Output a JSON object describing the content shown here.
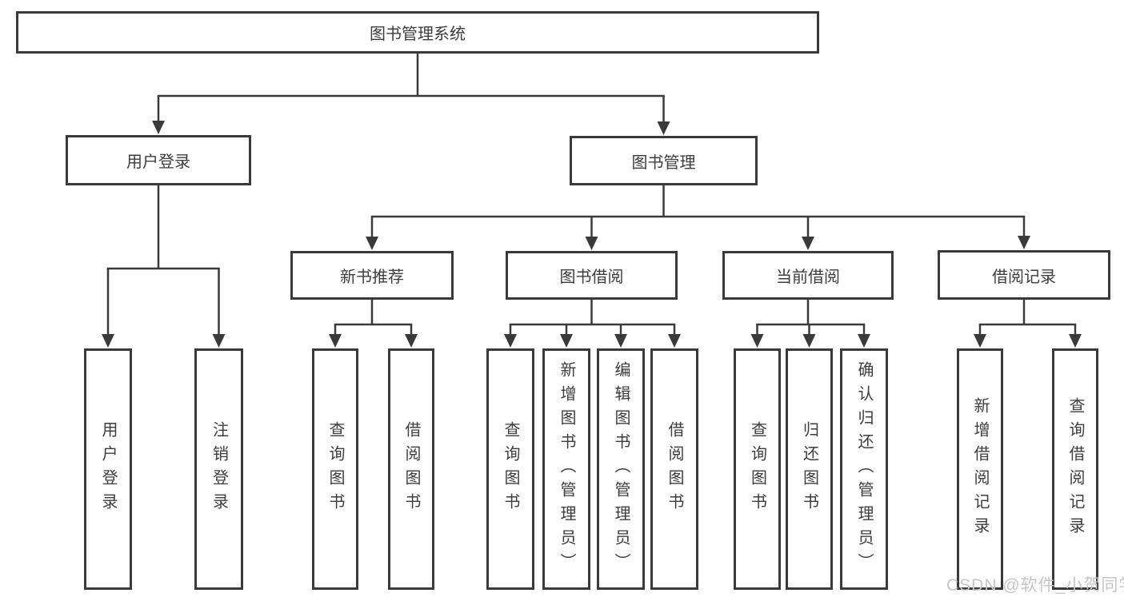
{
  "diagram": {
    "title": "图书管理系统",
    "watermark": "CSDN @软件_小贺同学",
    "colors": {
      "line": "#3a3a3a",
      "text": "#3d3d3d",
      "background": "#ffffff",
      "watermark": "#c6c6c6"
    },
    "nodes": [
      {
        "id": "root",
        "label": "图书管理系统",
        "text_direction": "horizontal",
        "level": 1
      },
      {
        "id": "user-login",
        "label": "用户登录",
        "text_direction": "horizontal",
        "level": 2
      },
      {
        "id": "book-management",
        "label": "图书管理",
        "text_direction": "horizontal",
        "level": 2
      },
      {
        "id": "new-book-recommend",
        "label": "新书推荐",
        "text_direction": "horizontal",
        "level": 3
      },
      {
        "id": "book-borrowing",
        "label": "图书借阅",
        "text_direction": "horizontal",
        "level": 3
      },
      {
        "id": "current-borrowing",
        "label": "当前借阅",
        "text_direction": "horizontal",
        "level": 3
      },
      {
        "id": "borrowing-records",
        "label": "借阅记录",
        "text_direction": "horizontal",
        "level": 3
      },
      {
        "id": "leaf-user-login",
        "label": "用户登录",
        "text_direction": "vertical",
        "level": 4
      },
      {
        "id": "leaf-logout",
        "label": "注销登录",
        "text_direction": "vertical",
        "level": 4
      },
      {
        "id": "leaf-query-books-recommend",
        "label": "查询图书",
        "text_direction": "vertical",
        "level": 4
      },
      {
        "id": "leaf-borrow-books-recommend",
        "label": "借阅图书",
        "text_direction": "vertical",
        "level": 4
      },
      {
        "id": "leaf-query-books-borrowing",
        "label": "查询图书",
        "text_direction": "vertical",
        "level": 4
      },
      {
        "id": "leaf-add-books-admin",
        "label": "新增图书（管理员）",
        "text_direction": "vertical",
        "level": 4
      },
      {
        "id": "leaf-edit-books-admin",
        "label": "编辑图书（管理员）",
        "text_direction": "vertical",
        "level": 4
      },
      {
        "id": "leaf-borrow-books-borrowing",
        "label": "借阅图书",
        "text_direction": "vertical",
        "level": 4
      },
      {
        "id": "leaf-query-books-current",
        "label": "查询图书",
        "text_direction": "vertical",
        "level": 4
      },
      {
        "id": "leaf-return-books",
        "label": "归还图书",
        "text_direction": "vertical",
        "level": 4
      },
      {
        "id": "leaf-confirm-return-admin",
        "label": "确认归还（管理员）",
        "text_direction": "vertical",
        "level": 4
      },
      {
        "id": "leaf-add-borrow-record",
        "label": "新增借阅记录",
        "text_direction": "vertical",
        "level": 4
      },
      {
        "id": "leaf-query-borrow-record",
        "label": "查询借阅记录",
        "text_direction": "vertical",
        "level": 4
      }
    ],
    "edges": [
      {
        "from": "root",
        "to": [
          "user-login",
          "book-management"
        ]
      },
      {
        "from": "user-login",
        "to": [
          "leaf-user-login",
          "leaf-logout"
        ]
      },
      {
        "from": "book-management",
        "to": [
          "new-book-recommend",
          "book-borrowing",
          "current-borrowing",
          "borrowing-records"
        ]
      },
      {
        "from": "new-book-recommend",
        "to": [
          "leaf-query-books-recommend",
          "leaf-borrow-books-recommend"
        ]
      },
      {
        "from": "book-borrowing",
        "to": [
          "leaf-query-books-borrowing",
          "leaf-add-books-admin",
          "leaf-edit-books-admin",
          "leaf-borrow-books-borrowing"
        ]
      },
      {
        "from": "current-borrowing",
        "to": [
          "leaf-query-books-current",
          "leaf-return-books",
          "leaf-confirm-return-admin"
        ]
      },
      {
        "from": "borrowing-records",
        "to": [
          "leaf-add-borrow-record",
          "leaf-query-borrow-record"
        ]
      }
    ]
  }
}
